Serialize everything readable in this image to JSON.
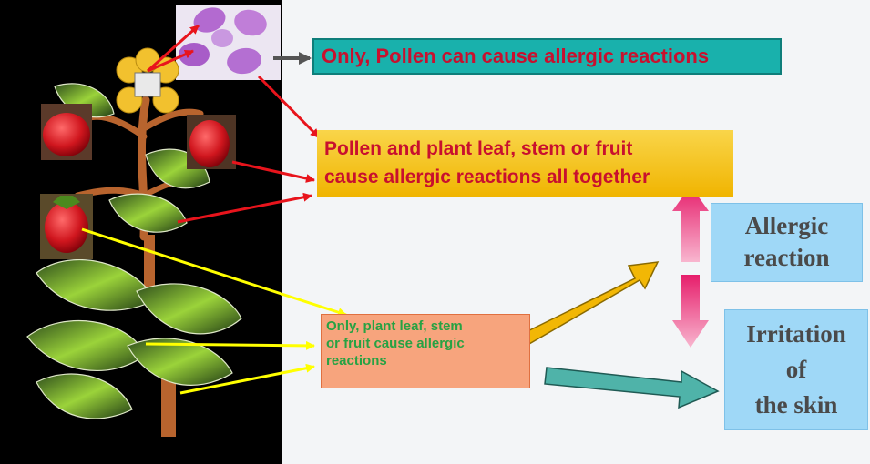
{
  "boxes": {
    "pollen_only": "Only, Pollen can cause allergic reactions",
    "all_together_line1": "Pollen and plant leaf, stem or fruit",
    "all_together_line2": "cause allergic reactions all together",
    "plant_only_lines": [
      "Only, plant leaf, stem",
      "or fruit cause allergic",
      "reactions"
    ],
    "allergic_reaction_lines": [
      "Allergic",
      "reaction"
    ],
    "irritation_lines": [
      "Irritation",
      "of",
      "the skin"
    ]
  },
  "colors": {
    "red_arrow": "#e8141c",
    "yellow_arrow": "#ffff00",
    "gray_arrow": "#555555",
    "orange_arrow": "#f2b705",
    "teal_arrow": "#4fb3a9",
    "pink_arrow": "#e6397a",
    "stem": "#b8642e"
  },
  "icons": [
    "strawberry-icon",
    "flower-icon",
    "pollen-grain-icon",
    "leaf-icon"
  ]
}
